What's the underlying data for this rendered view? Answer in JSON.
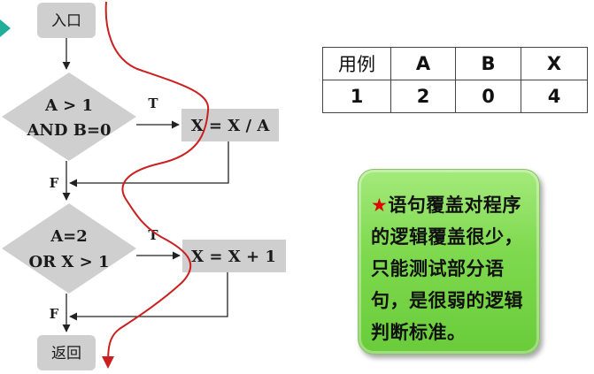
{
  "flowchart": {
    "entry": "入口",
    "exit": "返回",
    "decision1": {
      "line1": "A > 1",
      "line2": "AND B=0"
    },
    "decision2": {
      "line1": "A=2",
      "line2": "OR X > 1"
    },
    "process1": "X = X / A",
    "process2": "X = X + 1",
    "true_label": "T",
    "false_label": "F"
  },
  "test_case_table": {
    "headers": [
      "用例",
      "A",
      "B",
      "X"
    ],
    "rows": [
      [
        "1",
        "2",
        "0",
        "4"
      ]
    ]
  },
  "note": {
    "star": "★",
    "text": "语句覆盖对程序的逻辑覆盖很少，只能测试部分语句，是很弱的逻辑判断标准。"
  },
  "colors": {
    "flow_shape_fill": "#cfcfcf",
    "execution_path": "#cc1f1f",
    "note_fill": "#7ed94e",
    "star": "#e00000"
  }
}
